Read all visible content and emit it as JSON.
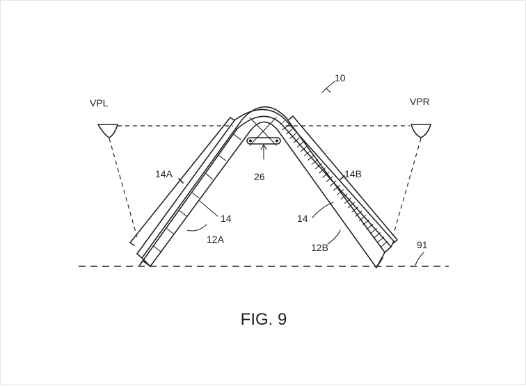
{
  "figure": {
    "caption": "FIG. 9",
    "labels": {
      "device": "10",
      "viewpoint_left": "VPL",
      "viewpoint_right": "VPR",
      "display_left": "14A",
      "display_right": "14B",
      "display_left_inner": "14",
      "display_right_inner": "14",
      "housing_left": "12A",
      "housing_right": "12B",
      "hinge": "26",
      "surface": "91"
    }
  }
}
